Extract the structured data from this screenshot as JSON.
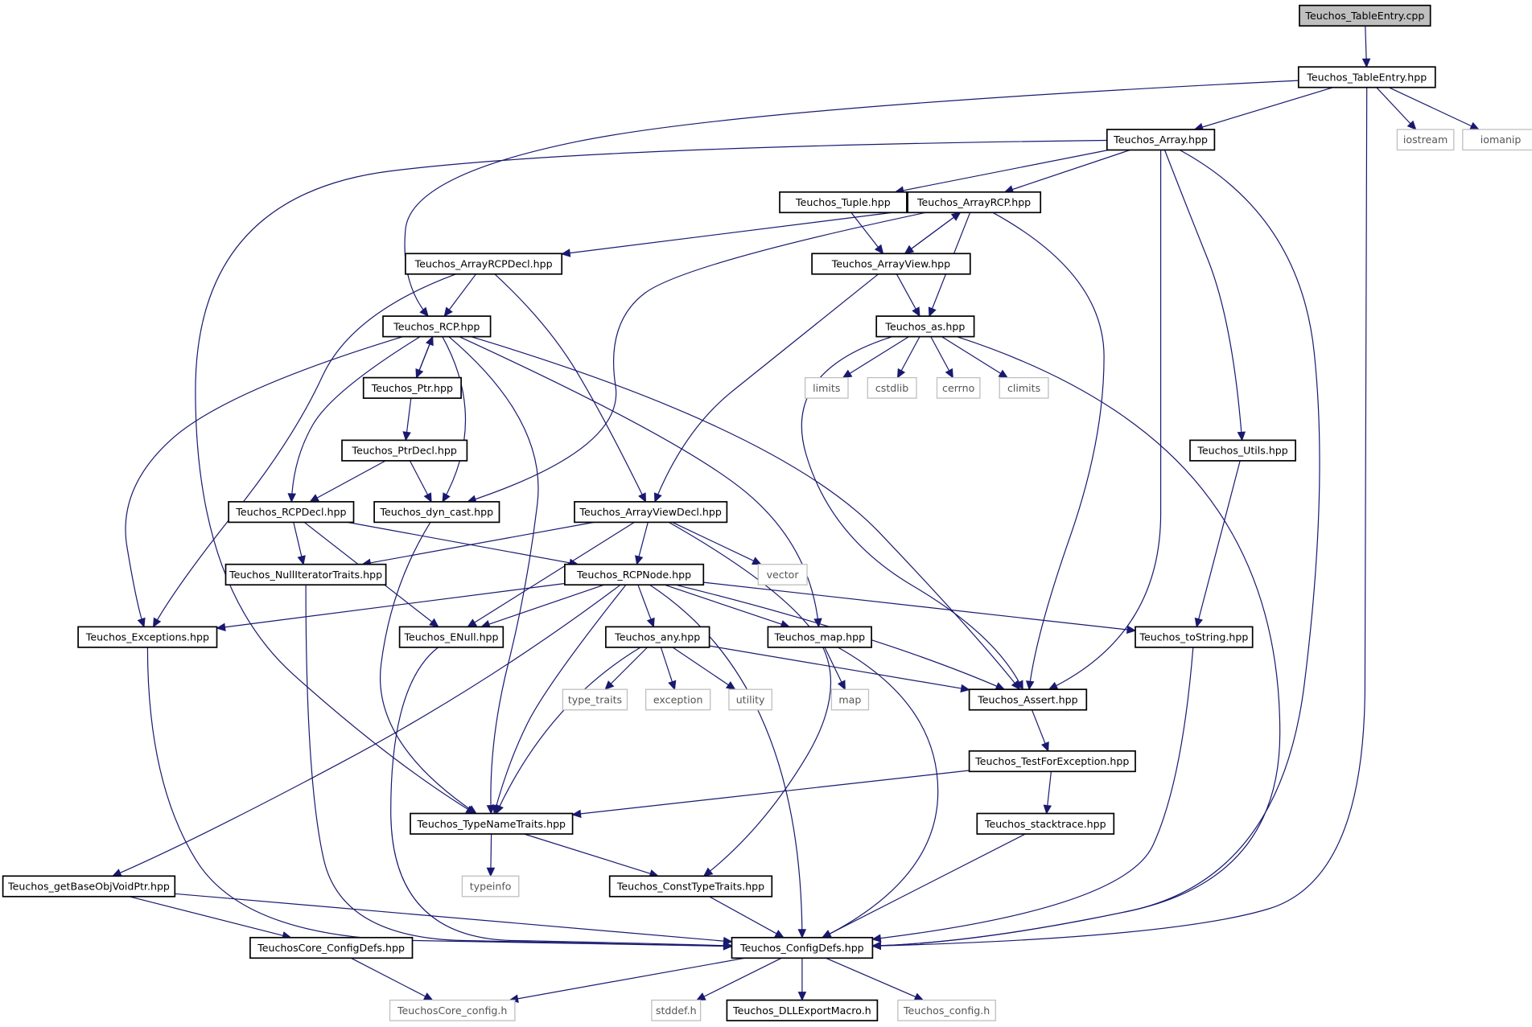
{
  "colors": {
    "edge": "#191970",
    "root_fill": "#bfbfbf",
    "external_border": "#bfbfbf",
    "node_border": "#000000"
  },
  "nodes": {
    "tableentry_cpp": "Teuchos_TableEntry.cpp",
    "tableentry_hpp": "Teuchos_TableEntry.hpp",
    "iostream": "iostream",
    "iomanip": "iomanip",
    "array": "Teuchos_Array.hpp",
    "tuple": "Teuchos_Tuple.hpp",
    "arrayrcp": "Teuchos_ArrayRCP.hpp",
    "arrayrcpdecl": "Teuchos_ArrayRCPDecl.hpp",
    "arrayview": "Teuchos_ArrayView.hpp",
    "rcp": "Teuchos_RCP.hpp",
    "as": "Teuchos_as.hpp",
    "limits": "limits",
    "cstdlib": "cstdlib",
    "cerrno": "cerrno",
    "climits": "climits",
    "ptr": "Teuchos_Ptr.hpp",
    "ptrdecl": "Teuchos_PtrDecl.hpp",
    "utils": "Teuchos_Utils.hpp",
    "rcpdecl": "Teuchos_RCPDecl.hpp",
    "dyncast": "Teuchos_dyn_cast.hpp",
    "arrayviewdecl": "Teuchos_ArrayViewDecl.hpp",
    "vector": "vector",
    "nulliter": "Teuchos_NullIteratorTraits.hpp",
    "rcpnode": "Teuchos_RCPNode.hpp",
    "exceptions": "Teuchos_Exceptions.hpp",
    "enull": "Teuchos_ENull.hpp",
    "any": "Teuchos_any.hpp",
    "map_hpp": "Teuchos_map.hpp",
    "tostring": "Teuchos_toString.hpp",
    "type_traits": "type_traits",
    "exception": "exception",
    "utility": "utility",
    "map": "map",
    "assert": "Teuchos_Assert.hpp",
    "testforexc": "Teuchos_TestForException.hpp",
    "stacktrace": "Teuchos_stacktrace.hpp",
    "typenametraits": "Teuchos_TypeNameTraits.hpp",
    "typeinfo": "typeinfo",
    "consttypetraits": "Teuchos_ConstTypeTraits.hpp",
    "getbaseobj": "Teuchos_getBaseObjVoidPtr.hpp",
    "coreconfigdefs": "TeuchosCore_ConfigDefs.hpp",
    "configdefs": "Teuchos_ConfigDefs.hpp",
    "coreconfig_h": "TeuchosCore_config.h",
    "stddef": "stddef.h",
    "dllexport": "Teuchos_DLLExportMacro.h",
    "config_h": "Teuchos_config.h"
  }
}
